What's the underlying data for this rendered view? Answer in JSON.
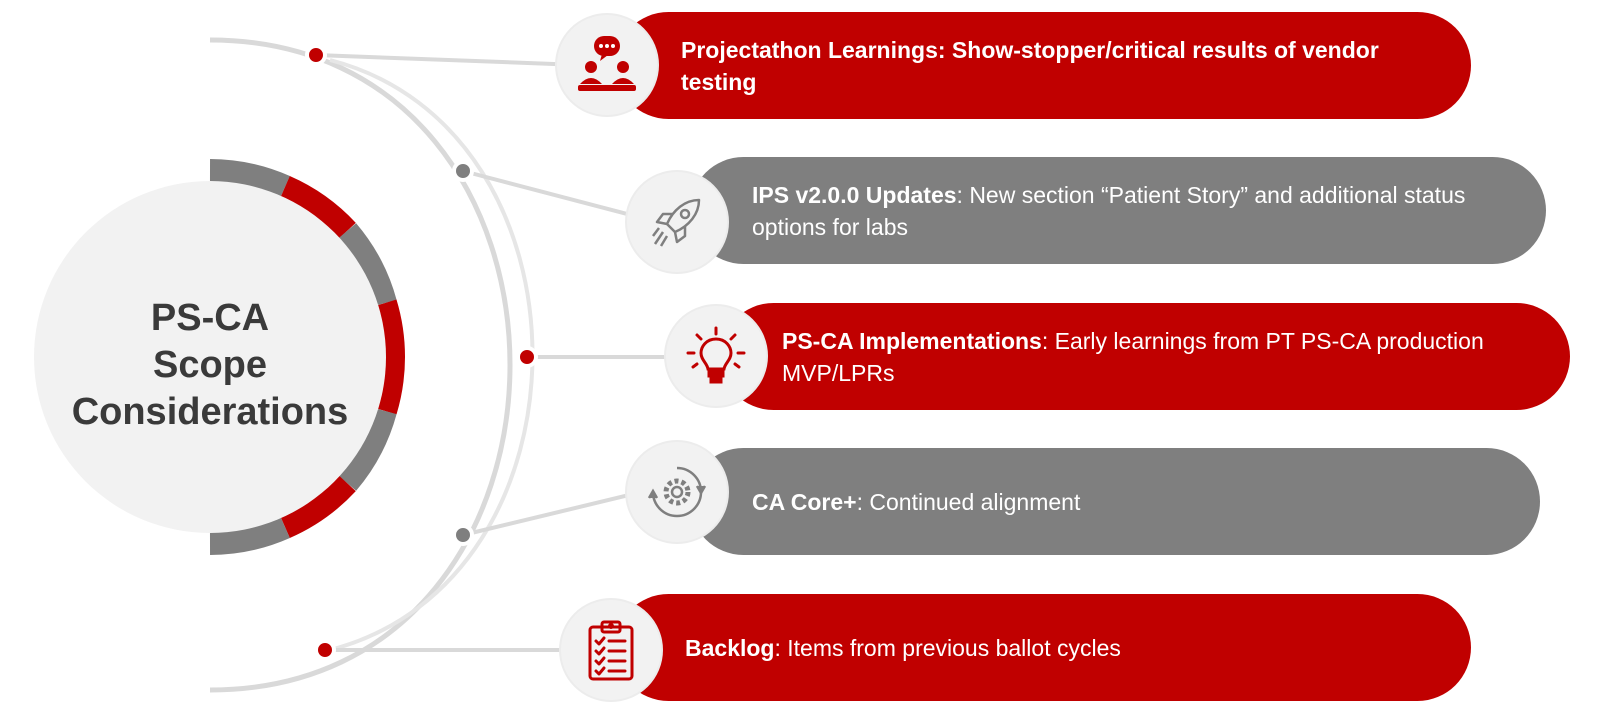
{
  "center": {
    "line1": "PS-CA",
    "line2": "Scope",
    "line3": "Considerations"
  },
  "items": [
    {
      "bold": "Projectathon Learnings: Show-stopper/critical results of vendor testing",
      "rest": "",
      "color": "#c00000",
      "icon": "people-discussion-icon"
    },
    {
      "bold": "IPS v2.0.0 Updates",
      "rest": ": New section “Patient Story” and additional status options for labs",
      "color": "#7f7f7f",
      "icon": "rocket-icon"
    },
    {
      "bold": "PS-CA Implementations",
      "rest": ": Early learnings from PT PS-CA production MVP/LPRs",
      "color": "#c00000",
      "icon": "lightbulb-icon"
    },
    {
      "bold": "CA Core+",
      "rest": ": Continued alignment",
      "color": "#7f7f7f",
      "icon": "gear-cycle-icon"
    },
    {
      "bold": "Backlog",
      "rest": ": Items from previous ballot cycles",
      "color": "#c00000",
      "icon": "clipboard-checklist-icon"
    }
  ],
  "colors": {
    "accent": "#c00000",
    "neutral": "#7f7f7f",
    "light": "#f2f2f2"
  }
}
